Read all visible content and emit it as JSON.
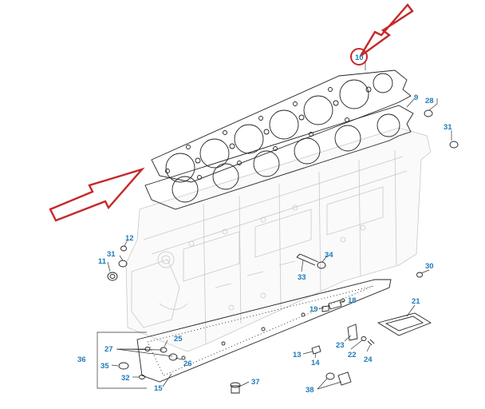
{
  "diagram": {
    "callouts": {
      "c10": "10",
      "c9": "9",
      "c28": "28",
      "c31a": "31",
      "c12": "12",
      "c31b": "31",
      "c11": "11",
      "c34": "34",
      "c33": "33",
      "c30": "30",
      "c18": "18",
      "c19": "19",
      "c21": "21",
      "c25": "25",
      "c27": "27",
      "c36": "36",
      "c26": "26",
      "c23": "23",
      "c22": "22",
      "c24": "24",
      "c13": "13",
      "c14": "14",
      "c35": "35",
      "c32": "32",
      "c15": "15",
      "c37": "37",
      "c38": "38"
    },
    "colors": {
      "callout": "#1e7bb8",
      "arrow": "#c62828",
      "line": "#222222",
      "ghost": "#c8c8c8"
    }
  }
}
